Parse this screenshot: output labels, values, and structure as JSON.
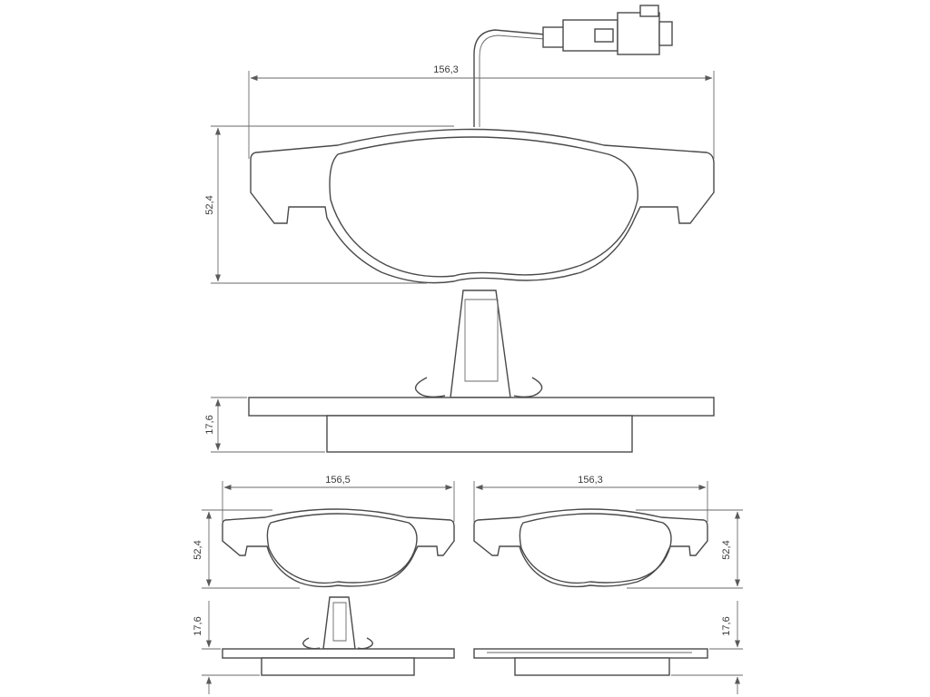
{
  "dimensions": {
    "main_width": "156,3",
    "main_height": "52,4",
    "main_thickness": "17,6",
    "left_width": "156,5",
    "left_height": "52,4",
    "left_thickness": "17,6",
    "right_width": "156,3",
    "right_height": "52,4",
    "right_thickness": "17,6"
  }
}
